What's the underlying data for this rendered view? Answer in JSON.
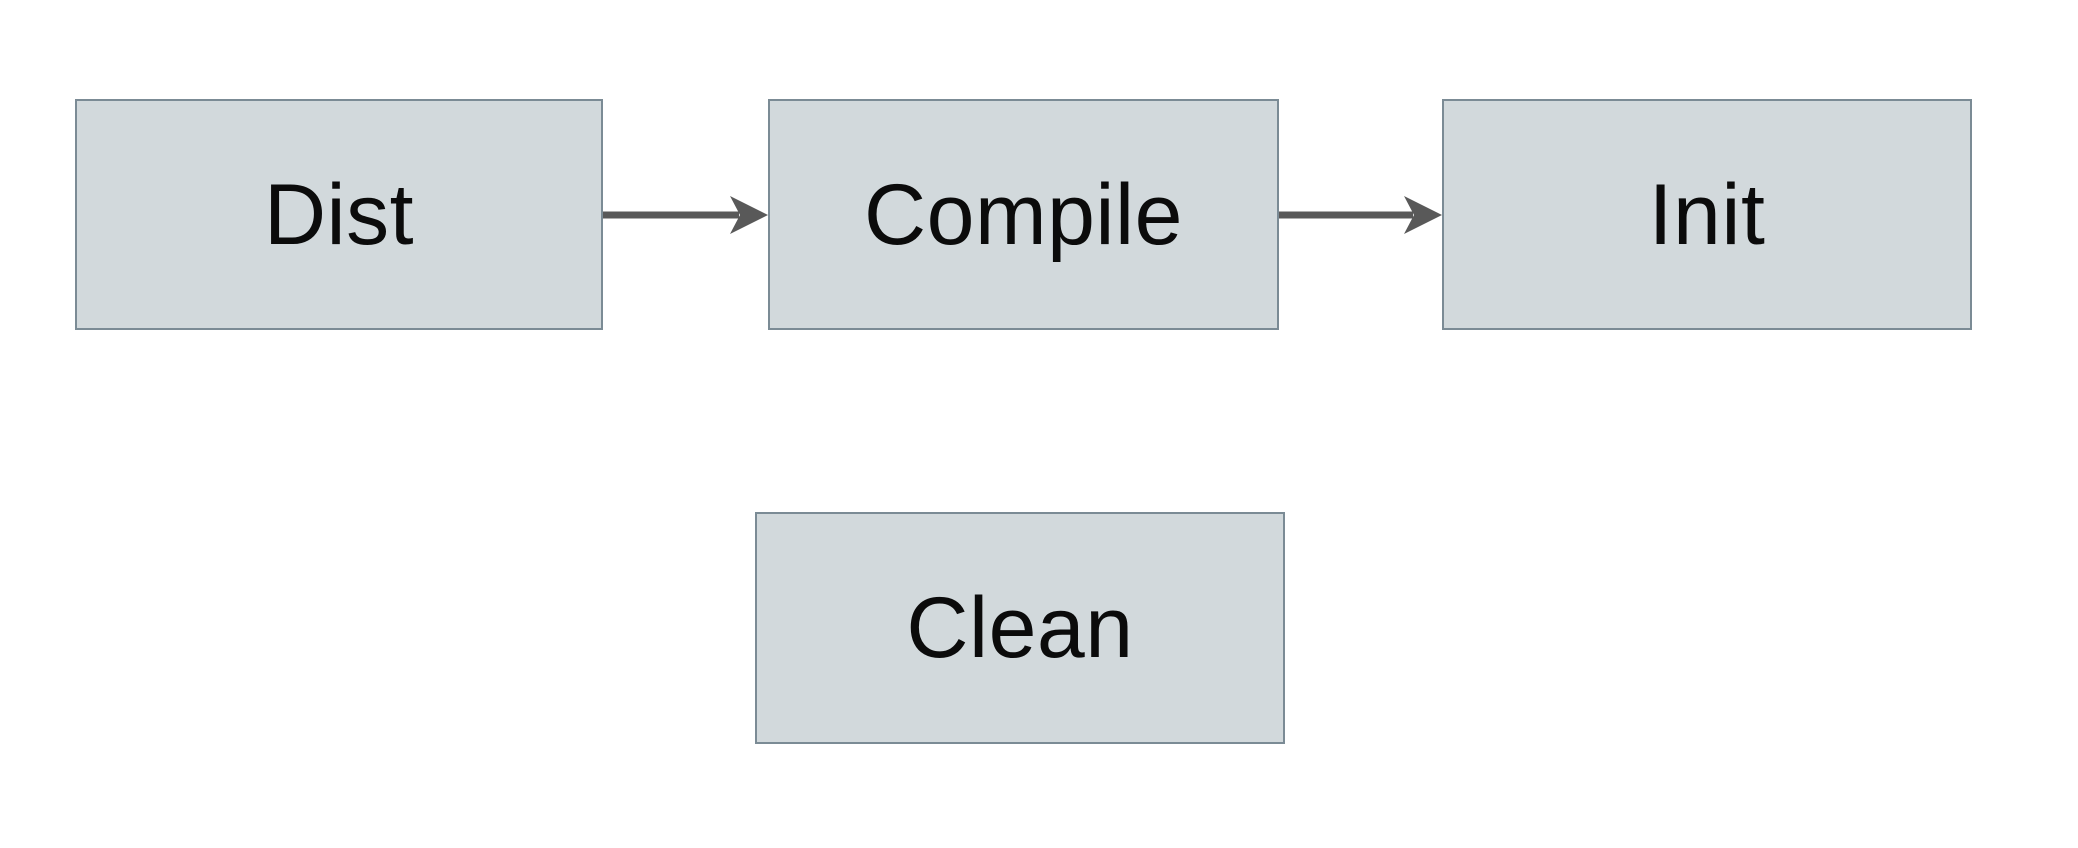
{
  "diagram": {
    "type": "flowchart",
    "nodes": [
      {
        "id": "dist",
        "label": "Dist"
      },
      {
        "id": "compile",
        "label": "Compile"
      },
      {
        "id": "init",
        "label": "Init"
      },
      {
        "id": "clean",
        "label": "Clean"
      }
    ],
    "edges": [
      {
        "from": "Dist",
        "to": "Compile",
        "style": "solid-arrow"
      },
      {
        "from": "Compile",
        "to": "Init",
        "style": "solid-arrow"
      }
    ],
    "colors": {
      "node_fill": "#d2d9dc",
      "node_border": "#7b8b95",
      "arrow": "#595959",
      "text": "#0b0b0b",
      "background": "#ffffff"
    }
  }
}
